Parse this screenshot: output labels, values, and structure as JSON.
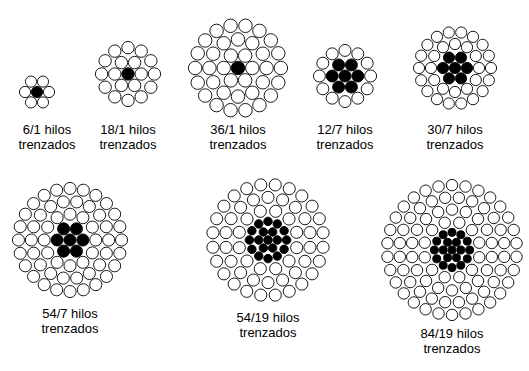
{
  "diagram": {
    "labels": [
      "6/1 hilos trenzados",
      "18/1 hilos trenzados",
      "36/1 hilos trenzados",
      "12/7 hilos trenzados",
      "30/7 hilos trenzados",
      "54/7 hilos trenzados",
      "54/19 hilos trenzados",
      "84/19 hilos trenzados"
    ]
  }
}
